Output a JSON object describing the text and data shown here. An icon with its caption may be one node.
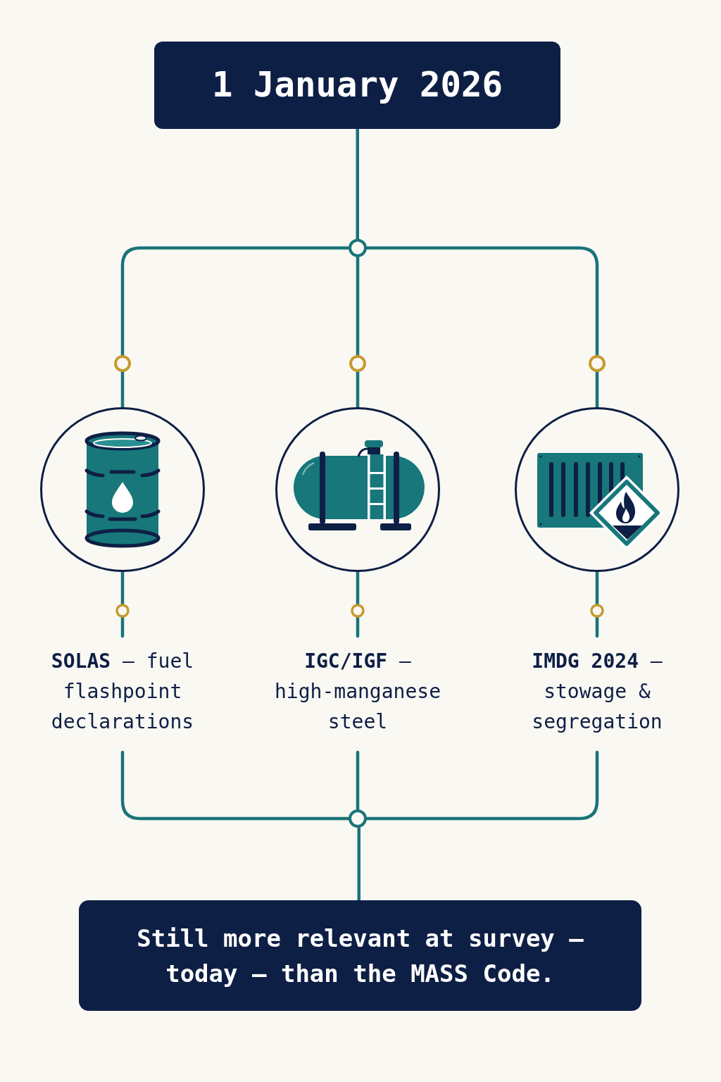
{
  "diagram": {
    "nodes": [
      {
        "text": [
          "1 January 2026"
        ]
      },
      {
        "text": [],
        "shape": "circle"
      },
      {
        "text": [],
        "shape": "circle"
      },
      {
        "text": [],
        "shape": "circle"
      },
      {
        "text": [],
        "shape": "circle"
      },
      {
        "text": [
          "**SOLAS** — fuel flashpoint declarations"
        ]
      },
      {
        "text": [
          "**IGC/IGF** — high-manganese steel"
        ]
      },
      {
        "text": [
          "**IMDG 2024** — stowage & segregation"
        ]
      },
      {
        "text": [],
        "shape": "circle"
      },
      {
        "text": [
          "Still more relevant at survey — today — than the MASS Code."
        ]
      }
    ],
    "edges": [
      {
        "from": 0,
        "to": 1,
        "arrow": "none"
      },
      {
        "from": 1,
        "to": 2,
        "arrow": "none"
      },
      {
        "from": 1,
        "to": 3,
        "arrow": "none"
      },
      {
        "from": 1,
        "to": 4,
        "arrow": "none"
      },
      {
        "from": 2,
        "to": 5,
        "arrow": "none"
      },
      {
        "from": 3,
        "to": 6,
        "arrow": "none"
      },
      {
        "from": 4,
        "to": 7,
        "arrow": "none"
      },
      {
        "from": 5,
        "to": 8,
        "arrow": "none"
      },
      {
        "from": 6,
        "to": 8,
        "arrow": "none"
      },
      {
        "from": 7,
        "to": 8,
        "arrow": "none"
      },
      {
        "from": 8,
        "to": 9,
        "arrow": "none"
      }
    ]
  }
}
